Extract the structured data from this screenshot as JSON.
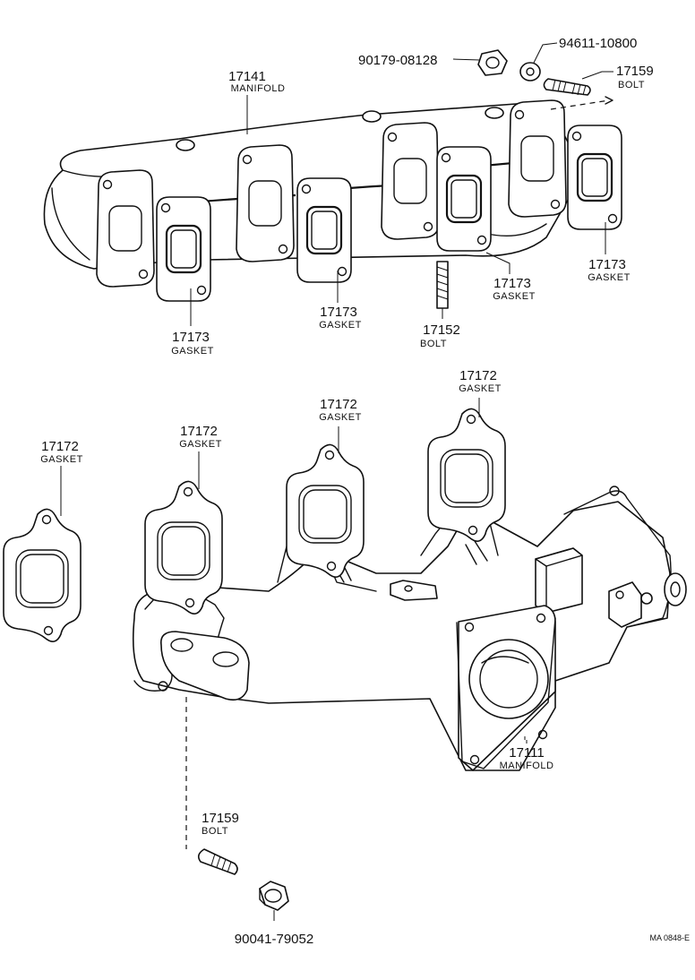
{
  "labels": {
    "upper_manifold": {
      "part": "17141",
      "name": "MANIFOLD"
    },
    "nut_top": {
      "part": "90179-08128"
    },
    "washer_top": {
      "part": "94611-10800"
    },
    "bolt_top": {
      "part": "17159",
      "name": "BOLT"
    },
    "gasket_upper_right": {
      "part": "17173",
      "name": "GASKET"
    },
    "gasket_upper_mid": {
      "part": "17173",
      "name": "GASKET"
    },
    "gasket_upper_left": {
      "part": "17173",
      "name": "GASKET"
    },
    "gasket_upper_center": {
      "part": "17173",
      "name": "GASKET"
    },
    "bolt_mid": {
      "part": "17152",
      "name": "BOLT"
    },
    "gasket_lower_1": {
      "part": "17172",
      "name": "GASKET"
    },
    "gasket_lower_2": {
      "part": "17172",
      "name": "GASKET"
    },
    "gasket_lower_3": {
      "part": "17172",
      "name": "GASKET"
    },
    "gasket_lower_4": {
      "part": "17172",
      "name": "GASKET"
    },
    "lower_manifold": {
      "part": "17111",
      "name": "MANIFOLD"
    },
    "bolt_bottom": {
      "part": "17159",
      "name": "BOLT"
    },
    "nut_bottom": {
      "part": "90041-79052"
    }
  },
  "reference_code": "MA 0848-E"
}
